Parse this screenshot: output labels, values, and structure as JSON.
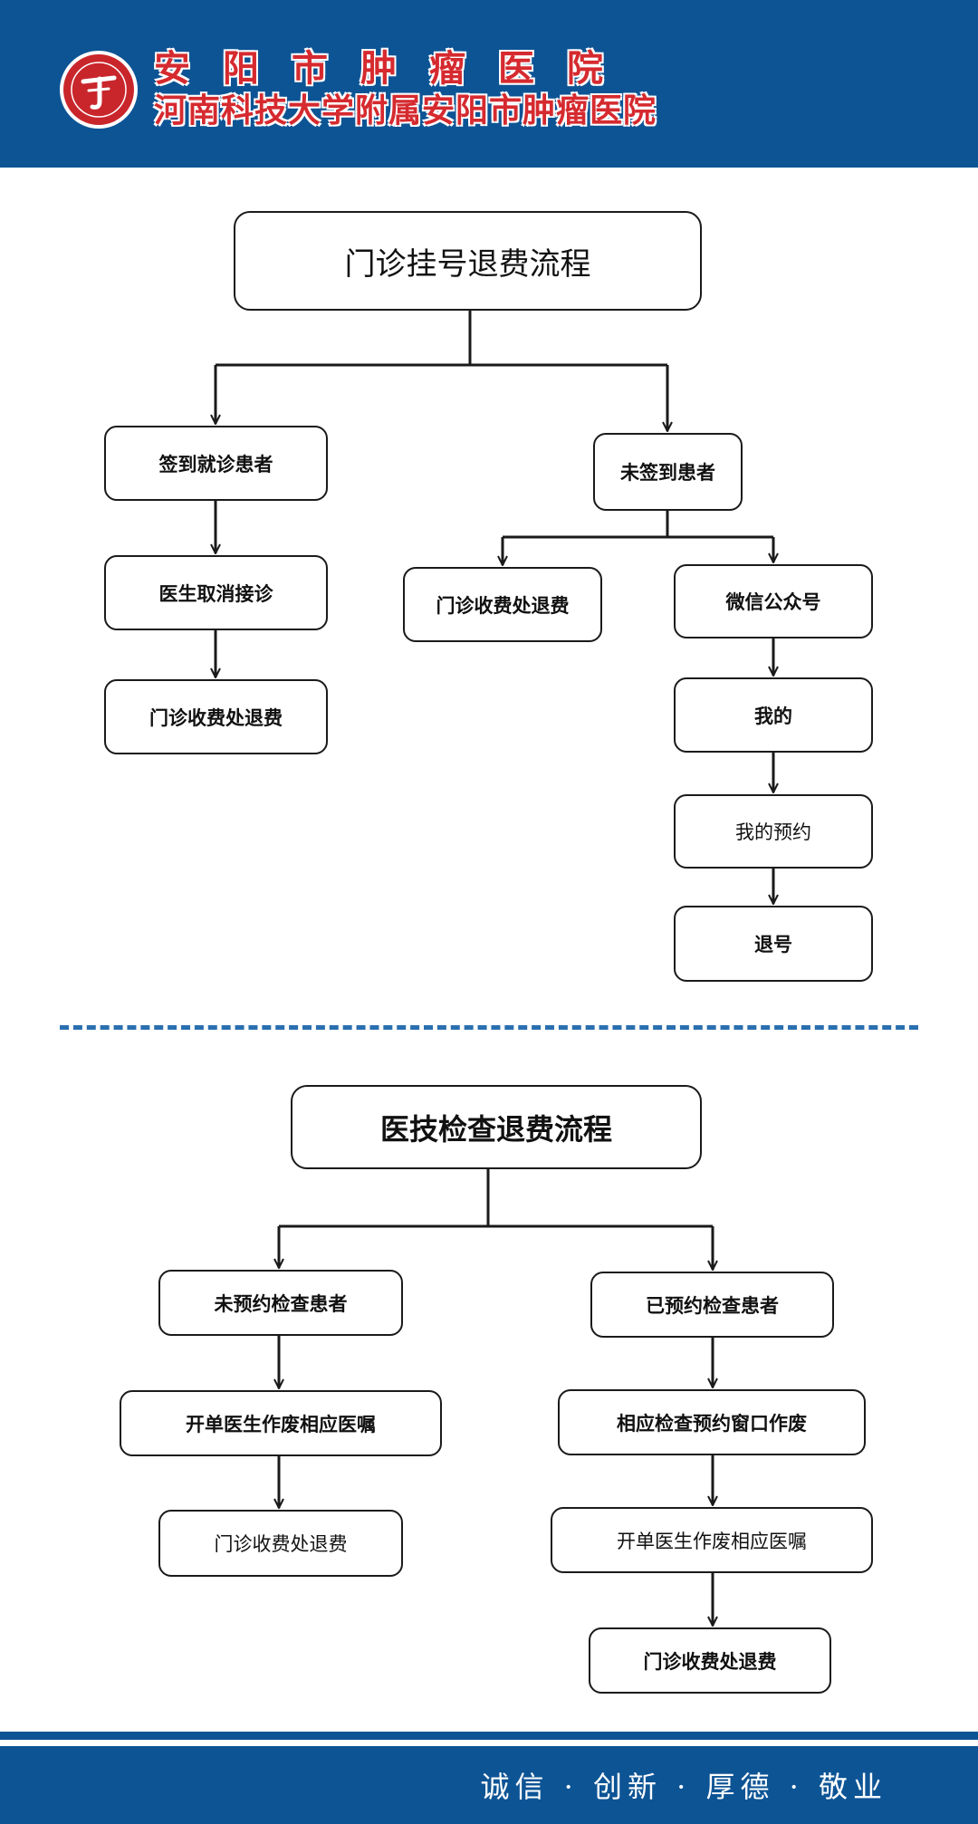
{
  "header": {
    "hospital_name": "安阳市肿瘤医院",
    "hospital_subtitle": "河南科技大学附属安阳市肿瘤医院",
    "logo_icon": "hospital-logo-icon",
    "bg_color": "#0d5495",
    "name_color": "#d52a2f"
  },
  "flow1": {
    "title": "门诊挂号退费流程",
    "left": {
      "step1": "签到就诊患者",
      "step2": "医生取消接诊",
      "step3": "门诊收费处退费"
    },
    "right": {
      "root": "未签到患者",
      "option_a": "门诊收费处退费",
      "option_b": "微信公众号",
      "step2": "我的",
      "step3": "我的预约",
      "step4": "退号"
    }
  },
  "flow2": {
    "title": "医技检查退费流程",
    "left": {
      "step1": "未预约检查患者",
      "step2": "开单医生作废相应医嘱",
      "step3": "门诊收费处退费"
    },
    "right": {
      "step1": "已预约检查患者",
      "step2": "相应检查预约窗口作废",
      "step3": "开单医生作废相应医嘱",
      "step4": "门诊收费处退费"
    }
  },
  "footer": {
    "motto": "诚信 · 创新 · 厚德 · 敬业"
  }
}
